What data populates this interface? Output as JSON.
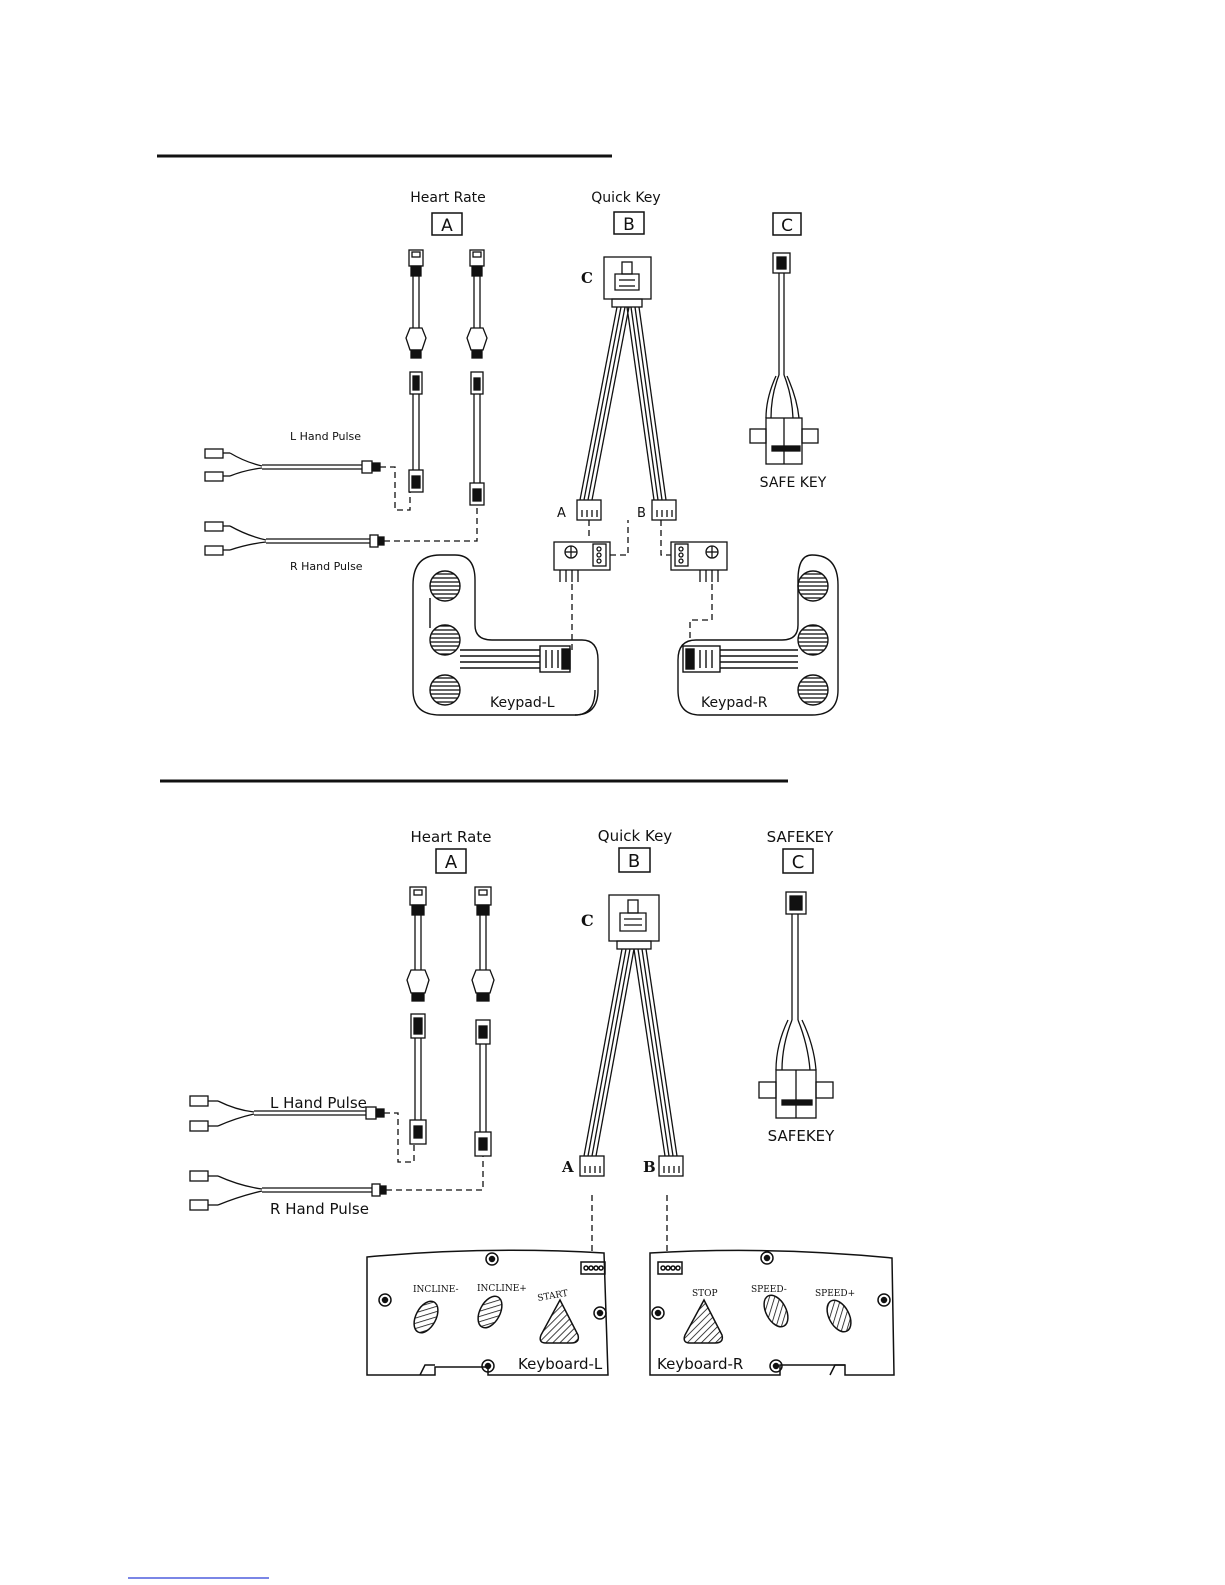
{
  "diagram1": {
    "heart_rate": "Heart Rate",
    "quick_key": "Quick Key",
    "box_a": "A",
    "box_b": "B",
    "box_c": "C",
    "conn_c": "C",
    "l_hand_pulse": "L Hand Pulse",
    "r_hand_pulse": "R Hand Pulse",
    "safe_key": "SAFE KEY",
    "end_a": "A",
    "end_b": "B",
    "keypad_l": "Keypad-L",
    "keypad_r": "Keypad-R"
  },
  "diagram2": {
    "heart_rate": "Heart Rate",
    "quick_key": "Quick Key",
    "safekey_top": "SAFEKEY",
    "box_a": "A",
    "box_b": "B",
    "box_c": "C",
    "conn_c": "C",
    "l_hand_pulse": "L Hand Pulse",
    "r_hand_pulse": "R Hand Pulse",
    "safekey_bottom": "SAFEKEY",
    "end_a": "A",
    "end_b": "B",
    "keyboard_l": "Keyboard-L",
    "keyboard_r": "Keyboard-R",
    "btn_incline_minus": "INCLINE-",
    "btn_incline_plus": "INCLINE+",
    "btn_start": "START",
    "btn_stop": "STOP",
    "btn_speed_minus": "SPEED-",
    "btn_speed_plus": "SPEED+"
  },
  "colors": {
    "ink": "#111111",
    "footer_link": "#2b3fd6"
  }
}
